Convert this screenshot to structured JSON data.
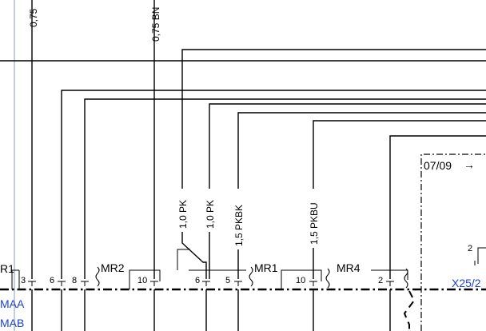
{
  "wire_labels": {
    "w40": "0,75",
    "w193": "0,75 BN",
    "w228": "1,0 PK",
    "w262": "1,0 PK",
    "w298": "1,5 PKBK",
    "w392": "1,5 PKBU"
  },
  "pins": {
    "p3": "3",
    "p6a": "6",
    "p8": "8",
    "p10a": "10",
    "p6b": "6",
    "p5": "5",
    "p10b": "10",
    "p2a": "2",
    "p2b": "2"
  },
  "connectors": {
    "mr1_left": "R1",
    "mr2": "MR2",
    "mr1": "MR1",
    "mr4": "MR4"
  },
  "bus_labels": {
    "maa": "MAA",
    "mab": "MAB"
  },
  "component": {
    "version": "07/09",
    "arrow": "→",
    "ref": "X25/2"
  },
  "colors": {
    "frame": "#8e9bb0",
    "reference_text": "#1a3fd4"
  }
}
